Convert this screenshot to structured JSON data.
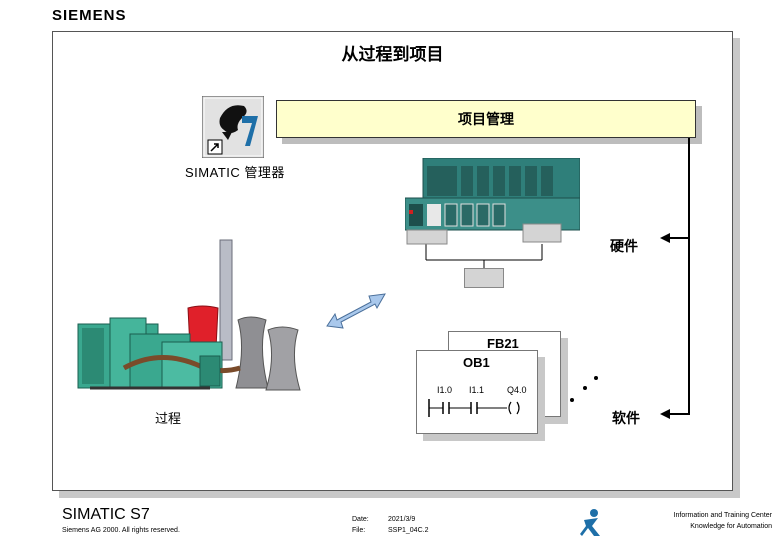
{
  "brand": {
    "logo": "SIEMENS"
  },
  "diagram": {
    "title": "从过程到项目",
    "project_management": "项目管理",
    "app_label": "SIMATIC 管理器",
    "hardware_label": "硬件",
    "software_label": "软件",
    "process_label": "过程",
    "fb_block": "FB21",
    "ob_block": "OB1",
    "ladder": {
      "in1": "I1.0",
      "in2": "I1.1",
      "out": "Q4.0"
    }
  },
  "footer": {
    "product": "SIMATIC S7",
    "copyright": "Siemens AG 2000. All rights reserved.",
    "date_label": "Date:",
    "date_value": "2021/3/9",
    "file_label": "File:",
    "file_value": "SSP1_04C.2",
    "center_line1": "Information and Training Center",
    "center_line2": "Knowledge for Automation"
  },
  "colors": {
    "project_box": "#ffffcc",
    "plc_rack": "#2f7f7a",
    "plant_green": "#3aa88f",
    "cooling_tower": "#8f8f93",
    "chimney_red": "#e0202a",
    "arrow_blue": "#a9c8ec"
  }
}
